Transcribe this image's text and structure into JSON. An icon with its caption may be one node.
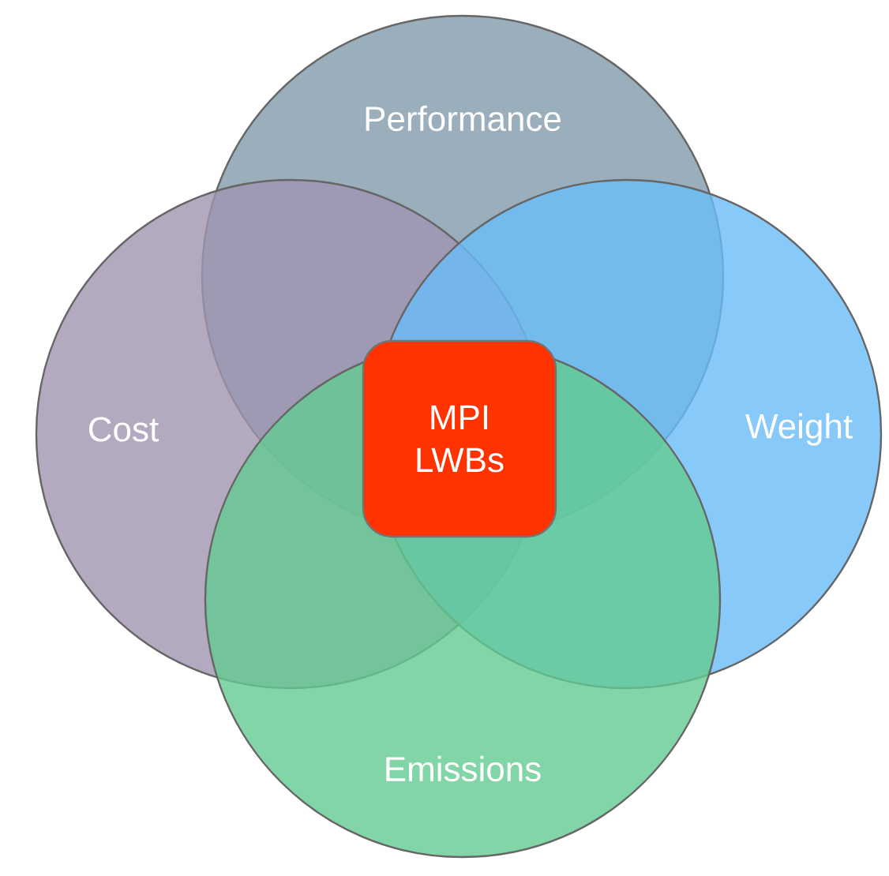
{
  "diagram": {
    "nodes": [
      {
        "text": [
          "Performance"
        ]
      },
      {
        "text": [
          "Cost"
        ]
      },
      {
        "text": [
          "MPI LWBs"
        ]
      },
      {
        "text": [
          "Weight"
        ]
      },
      {
        "text": [
          "Emissions"
        ]
      }
    ]
  }
}
